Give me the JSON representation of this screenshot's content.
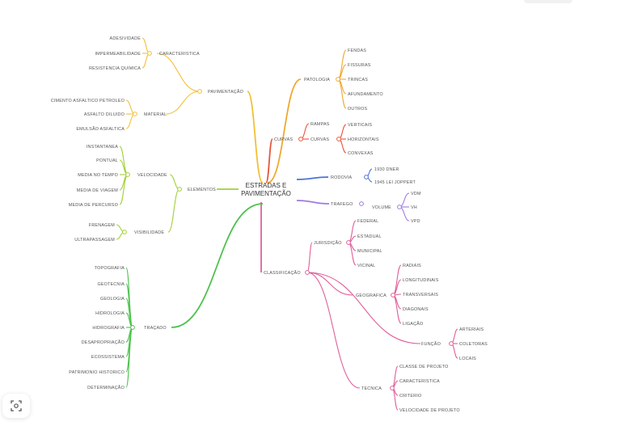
{
  "center": {
    "line1": "ESTRADAS E",
    "line2": "PAVIMENTAÇÃO"
  },
  "colors": {
    "pavimentacao": "#f2c037",
    "patologia": "#f0a830",
    "curvas": "#e8553a",
    "rodovia": "#4a73d9",
    "trafego": "#a07ae0",
    "classificacao": "#e0609a",
    "elementos": "#a2cf3a",
    "tracado": "#4cc24c"
  },
  "branches": {
    "pavimentacao": {
      "label": "PAVIMENTAÇÃO",
      "caracteristica": {
        "label": "CARACTERISTICA",
        "items": [
          "ADESIVIDADE",
          "IMPERMEABILIDADE",
          "RESISTENCIA QUIMICA"
        ]
      },
      "material": {
        "label": "MATERIAL",
        "items": [
          "CIMENTO ASFALTICO PETROLEO",
          "ASFALTO DILUIDO",
          "EMULSÃO ASFALTICA"
        ]
      }
    },
    "patologia": {
      "label": "PATOLOGIA",
      "items": [
        "FENDAS",
        "FISSURAS",
        "TRINCAS",
        "AFUNDAMENTO",
        "OUTROS"
      ]
    },
    "curvas": {
      "label": "CURVAS",
      "rampas": "RAMPAS",
      "sub": {
        "label": "CURVAS",
        "items": [
          "VERTICAIS",
          "HORIZONTAIS",
          "CONVEXAS"
        ]
      }
    },
    "rodovia": {
      "label": "RODOVIA",
      "items": [
        "1930 DNER",
        "1945 LEI JOPPERT"
      ]
    },
    "trafego": {
      "label": "TRAFEGO",
      "volume": {
        "label": "VOLUME",
        "items": [
          "VDM",
          "VH",
          "VPD"
        ]
      }
    },
    "classificacao": {
      "label": "CLASSIFICAÇÃO",
      "jurisdicao": {
        "label": "JURISDIÇÃO",
        "items": [
          "FEDERAL",
          "ESTADUAL",
          "MUNICIPAL",
          "VICINAL"
        ]
      },
      "geografica": {
        "label": "GEOGRAFICA",
        "items": [
          "RADIAIS",
          "LONGITUDINAIS",
          "TRANSVERSAIS",
          "DIAGONAIS",
          "LIGAÇÃO"
        ]
      },
      "funcao": {
        "label": "FUNÇÃO",
        "items": [
          "ARTERIAIS",
          "COLETORAS",
          "LOCAIS"
        ]
      },
      "tecnica": {
        "label": "TECNICA",
        "items": [
          "CLASSE DE PROJETO",
          "CARACTERISTICA",
          "CRITERIO",
          "VELOCIDADE DE PROJETO"
        ]
      }
    },
    "elementos": {
      "label": "ELEMENTOS",
      "velocidade": {
        "label": "VELOCIDADE",
        "items": [
          "INSTANTANEA",
          "PONTUAL",
          "MEDIA NO TEMPO",
          "MEDIA DE VIAGEM",
          "MEDIA DE PERCURSO"
        ]
      },
      "visibilidade": {
        "label": "VISIBILIDADE",
        "items": [
          "FRENAGEM",
          "ULTRAPASSAGEM"
        ]
      }
    },
    "tracado": {
      "label": "TRAÇADO",
      "items": [
        "TOPOGRAFIA",
        "GEOTECNIA",
        "GEOLOGIA",
        "HIDROLOGIA",
        "HIDROGRAFIA",
        "DESAPROPRIAÇÃO",
        "ECOSSISTEMA",
        "PATRIMONIO HISTORICO",
        "DETERMINAÇÃO"
      ]
    }
  }
}
